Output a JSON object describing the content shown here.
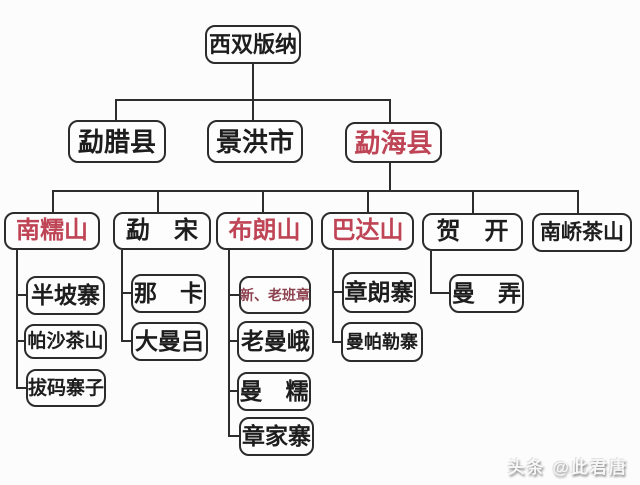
{
  "colors": {
    "highlight": "#bf4556",
    "sub_highlight": "#8e4350",
    "line": "#2d2d2d",
    "text": "#1d1d1d",
    "background": "#fcfcfc"
  },
  "diagram": {
    "description": "Organization tree of Xishuangbanna tea regions",
    "nodes": [
      {
        "id": "xishuangbanna",
        "label": "西双版纳",
        "level": 1,
        "parent": null,
        "highlight": false
      },
      {
        "id": "mengla-county",
        "label": "勐腊县",
        "level": 2,
        "parent": "xishuangbanna",
        "highlight": false
      },
      {
        "id": "jinghong-city",
        "label": "景洪市",
        "level": 2,
        "parent": "xishuangbanna",
        "highlight": false
      },
      {
        "id": "menghai-county",
        "label": "勐海县",
        "level": 2,
        "parent": "xishuangbanna",
        "highlight": true
      },
      {
        "id": "nannuo-mountain",
        "label": "南糯山",
        "level": 3,
        "parent": "menghai-county",
        "highlight": true
      },
      {
        "id": "mengsong",
        "label": "勐　宋",
        "level": 3,
        "parent": "menghai-county",
        "highlight": false
      },
      {
        "id": "bulang-mountain",
        "label": "布朗山",
        "level": 3,
        "parent": "menghai-county",
        "highlight": true
      },
      {
        "id": "bada-mountain",
        "label": "巴达山",
        "level": 3,
        "parent": "menghai-county",
        "highlight": true
      },
      {
        "id": "hekai",
        "label": "贺　开",
        "level": 3,
        "parent": "menghai-county",
        "highlight": false
      },
      {
        "id": "nanqiao-tea-mountain",
        "label": "南峤茶山",
        "level": 3,
        "parent": "menghai-county",
        "highlight": false
      },
      {
        "id": "banpo-village",
        "label": "半坡寨",
        "level": 4,
        "parent": "nannuo-mountain",
        "highlight": false
      },
      {
        "id": "pasha-tea-mountain",
        "label": "帕沙茶山",
        "level": 4,
        "parent": "nannuo-mountain",
        "highlight": false
      },
      {
        "id": "bama-village",
        "label": "拔码寨子",
        "level": 4,
        "parent": "nannuo-mountain",
        "highlight": false
      },
      {
        "id": "naka",
        "label": "那　卡",
        "level": 4,
        "parent": "mengsong",
        "highlight": false
      },
      {
        "id": "damanlv",
        "label": "大曼吕",
        "level": 4,
        "parent": "mengsong",
        "highlight": false
      },
      {
        "id": "new-old-banzhang",
        "label": "新、老班章",
        "level": 4,
        "parent": "bulang-mountain",
        "highlight": true,
        "sub": true
      },
      {
        "id": "laomane",
        "label": "老曼峨",
        "level": 4,
        "parent": "bulang-mountain",
        "highlight": false
      },
      {
        "id": "mannuo",
        "label": "曼　糯",
        "level": 4,
        "parent": "bulang-mountain",
        "highlight": false
      },
      {
        "id": "zhangjia-village",
        "label": "章家寨",
        "level": 4,
        "parent": "bulang-mountain",
        "highlight": false
      },
      {
        "id": "zhanglang-village",
        "label": "章朗寨",
        "level": 4,
        "parent": "bada-mountain",
        "highlight": false
      },
      {
        "id": "manpale-village",
        "label": "曼帕勒寨",
        "level": 4,
        "parent": "bada-mountain",
        "highlight": false
      },
      {
        "id": "mannong",
        "label": "曼　弄",
        "level": 4,
        "parent": "hekai",
        "highlight": false
      }
    ]
  },
  "watermark": {
    "text": "头条 @此君唐"
  }
}
